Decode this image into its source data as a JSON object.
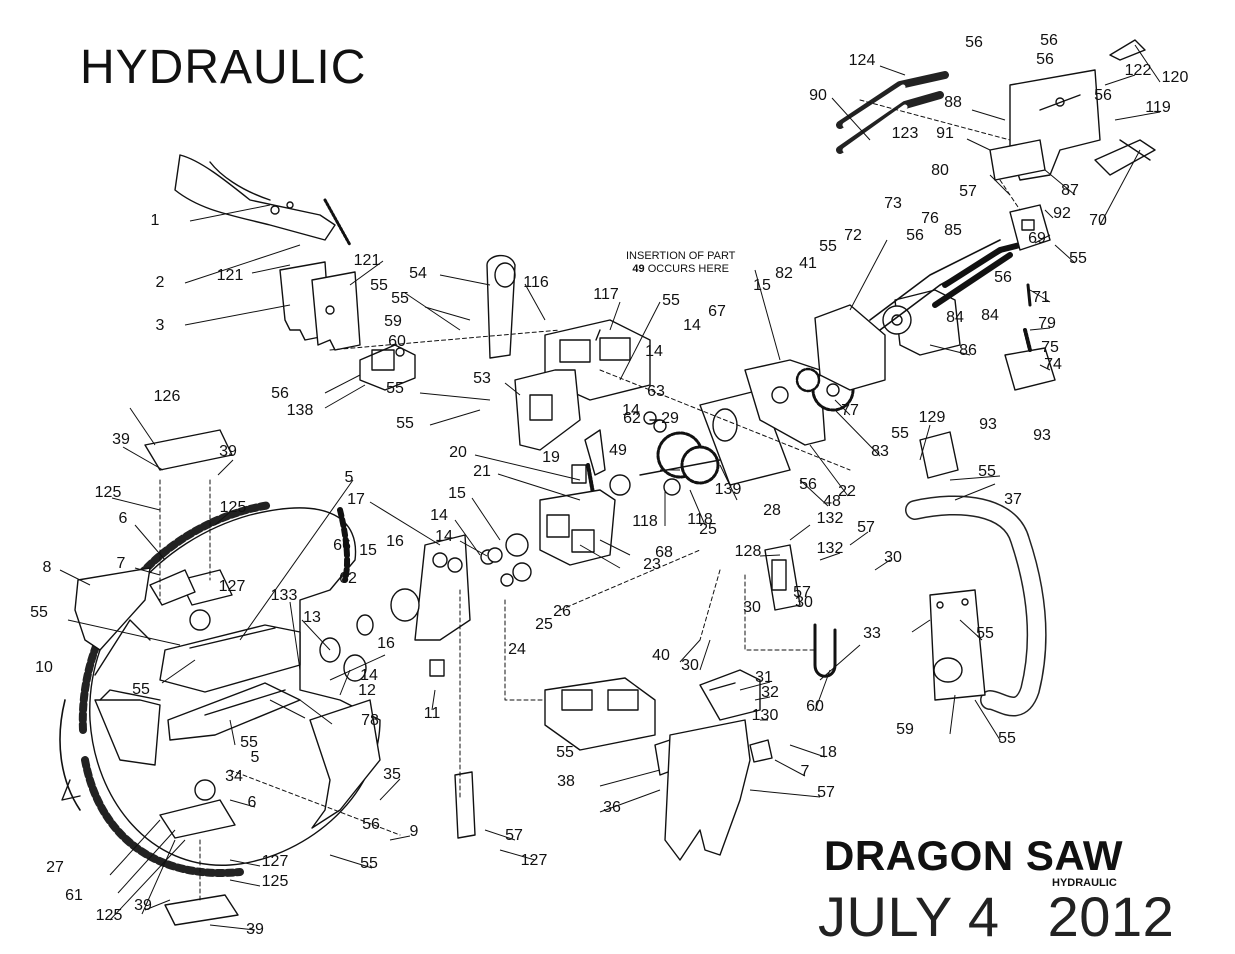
{
  "header": {
    "title": "HYDRAULIC"
  },
  "footer": {
    "brand": "DRAGON SAW",
    "brand_sub": "HYDRAULIC",
    "date": "JULY 4   2012"
  },
  "note": {
    "line1": "INSERTION OF PART",
    "line2_num": "49",
    "line2_text": " OCCURS HERE"
  },
  "callouts": [
    {
      "n": "56"
    },
    {
      "n": "56"
    },
    {
      "n": "56"
    },
    {
      "n": "124"
    },
    {
      "n": "122"
    },
    {
      "n": "120"
    },
    {
      "n": "90"
    },
    {
      "n": "88"
    },
    {
      "n": "56"
    },
    {
      "n": "119"
    },
    {
      "n": "123"
    },
    {
      "n": "91"
    },
    {
      "n": "80"
    },
    {
      "n": "57"
    },
    {
      "n": "87"
    },
    {
      "n": "70"
    },
    {
      "n": "92"
    },
    {
      "n": "73"
    },
    {
      "n": "76"
    },
    {
      "n": "85"
    },
    {
      "n": "69"
    },
    {
      "n": "55"
    },
    {
      "n": "72"
    },
    {
      "n": "56"
    },
    {
      "n": "55"
    },
    {
      "n": "56"
    },
    {
      "n": "41"
    },
    {
      "n": "82"
    },
    {
      "n": "15"
    },
    {
      "n": "71"
    },
    {
      "n": "84"
    },
    {
      "n": "79"
    },
    {
      "n": "84"
    },
    {
      "n": "75"
    },
    {
      "n": "86"
    },
    {
      "n": "74"
    },
    {
      "n": "93"
    },
    {
      "n": "93"
    },
    {
      "n": "1"
    },
    {
      "n": "2"
    },
    {
      "n": "121"
    },
    {
      "n": "121"
    },
    {
      "n": "3"
    },
    {
      "n": "54"
    },
    {
      "n": "116"
    },
    {
      "n": "117"
    },
    {
      "n": "55"
    },
    {
      "n": "55"
    },
    {
      "n": "59"
    },
    {
      "n": "60"
    },
    {
      "n": "56"
    },
    {
      "n": "138"
    },
    {
      "n": "55"
    },
    {
      "n": "53"
    },
    {
      "n": "55"
    },
    {
      "n": "55"
    },
    {
      "n": "14"
    },
    {
      "n": "67"
    },
    {
      "n": "14"
    },
    {
      "n": "63"
    },
    {
      "n": "62"
    },
    {
      "n": "29"
    },
    {
      "n": "14"
    },
    {
      "n": "19"
    },
    {
      "n": "49"
    },
    {
      "n": "20"
    },
    {
      "n": "21"
    },
    {
      "n": "77"
    },
    {
      "n": "83"
    },
    {
      "n": "56"
    },
    {
      "n": "139"
    },
    {
      "n": "48"
    },
    {
      "n": "22"
    },
    {
      "n": "118"
    },
    {
      "n": "118"
    },
    {
      "n": "28"
    },
    {
      "n": "25"
    },
    {
      "n": "55"
    },
    {
      "n": "129"
    },
    {
      "n": "55"
    },
    {
      "n": "37"
    },
    {
      "n": "126"
    },
    {
      "n": "39"
    },
    {
      "n": "39"
    },
    {
      "n": "125"
    },
    {
      "n": "125"
    },
    {
      "n": "6"
    },
    {
      "n": "5"
    },
    {
      "n": "17"
    },
    {
      "n": "15"
    },
    {
      "n": "14"
    },
    {
      "n": "14"
    },
    {
      "n": "68"
    },
    {
      "n": "23"
    },
    {
      "n": "132"
    },
    {
      "n": "57"
    },
    {
      "n": "128"
    },
    {
      "n": "132"
    },
    {
      "n": "30"
    },
    {
      "n": "8"
    },
    {
      "n": "7"
    },
    {
      "n": "127"
    },
    {
      "n": "66"
    },
    {
      "n": "16"
    },
    {
      "n": "15"
    },
    {
      "n": "62"
    },
    {
      "n": "26"
    },
    {
      "n": "25"
    },
    {
      "n": "24"
    },
    {
      "n": "57"
    },
    {
      "n": "30"
    },
    {
      "n": "30"
    },
    {
      "n": "55"
    },
    {
      "n": "133"
    },
    {
      "n": "13"
    },
    {
      "n": "16"
    },
    {
      "n": "33"
    },
    {
      "n": "55"
    },
    {
      "n": "14"
    },
    {
      "n": "10"
    },
    {
      "n": "55"
    },
    {
      "n": "12"
    },
    {
      "n": "78"
    },
    {
      "n": "11"
    },
    {
      "n": "40"
    },
    {
      "n": "30"
    },
    {
      "n": "31"
    },
    {
      "n": "32"
    },
    {
      "n": "60"
    },
    {
      "n": "130"
    },
    {
      "n": "59"
    },
    {
      "n": "55"
    },
    {
      "n": "55"
    },
    {
      "n": "5"
    },
    {
      "n": "55"
    },
    {
      "n": "18"
    },
    {
      "n": "34"
    },
    {
      "n": "7"
    },
    {
      "n": "38"
    },
    {
      "n": "35"
    },
    {
      "n": "57"
    },
    {
      "n": "36"
    },
    {
      "n": "6"
    },
    {
      "n": "56"
    },
    {
      "n": "9"
    },
    {
      "n": "57"
    },
    {
      "n": "27"
    },
    {
      "n": "55"
    },
    {
      "n": "127"
    },
    {
      "n": "61"
    },
    {
      "n": "125"
    },
    {
      "n": "127"
    },
    {
      "n": "125"
    },
    {
      "n": "39"
    },
    {
      "n": "39"
    },
    {
      "n": "126"
    }
  ]
}
